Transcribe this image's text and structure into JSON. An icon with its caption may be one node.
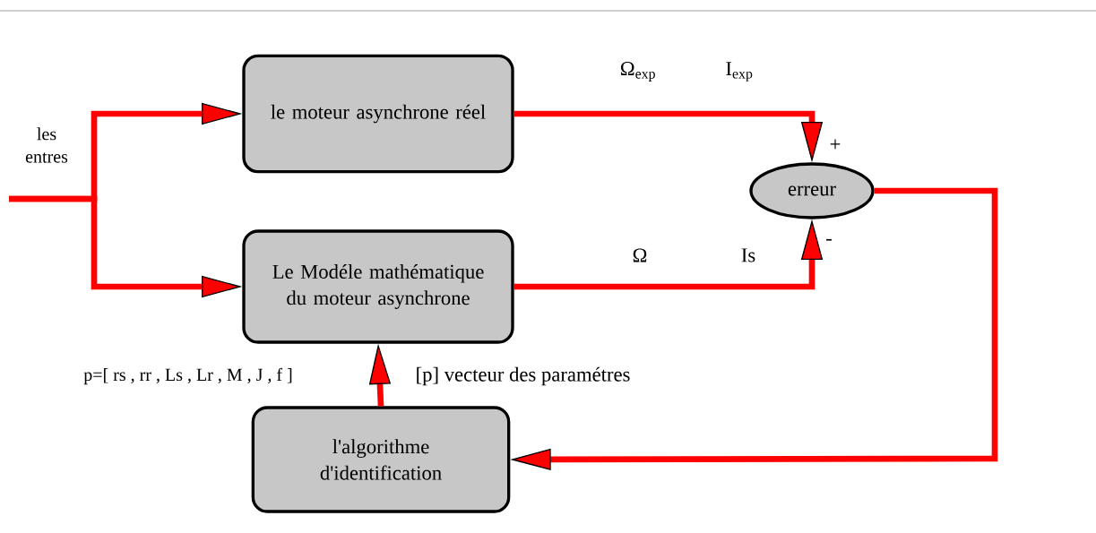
{
  "diagram": {
    "nodes": [
      {
        "text": [
          "le moteur asynchrone réel"
        ]
      },
      {
        "text": [
          "Le Modéle mathématique du moteur asynchrone"
        ]
      },
      {
        "text": [
          "l'algorithme d'identification"
        ]
      },
      {
        "text": [
          "erreur"
        ]
      }
    ],
    "edges": [
      {
        "from": null,
        "to": 0,
        "arrow": "to"
      },
      {
        "from": null,
        "to": 1,
        "arrow": "to"
      },
      {
        "from": 0,
        "to": 3,
        "arrow": "to",
        "label": "Ω$_{exp}$"
      },
      {
        "from": 1,
        "to": 3,
        "arrow": "to",
        "label": "Ω"
      },
      {
        "from": 3,
        "to": 2,
        "arrow": "to"
      },
      {
        "from": 2,
        "to": 1,
        "arrow": "to",
        "label": "[p] vecteur des paramétres"
      }
    ],
    "labels": [
      "les entres",
      "I$_{exp}$",
      "Is",
      "+",
      "-",
      "p=[ rs , rr , Ls , Lr , M , J , f ]"
    ]
  }
}
